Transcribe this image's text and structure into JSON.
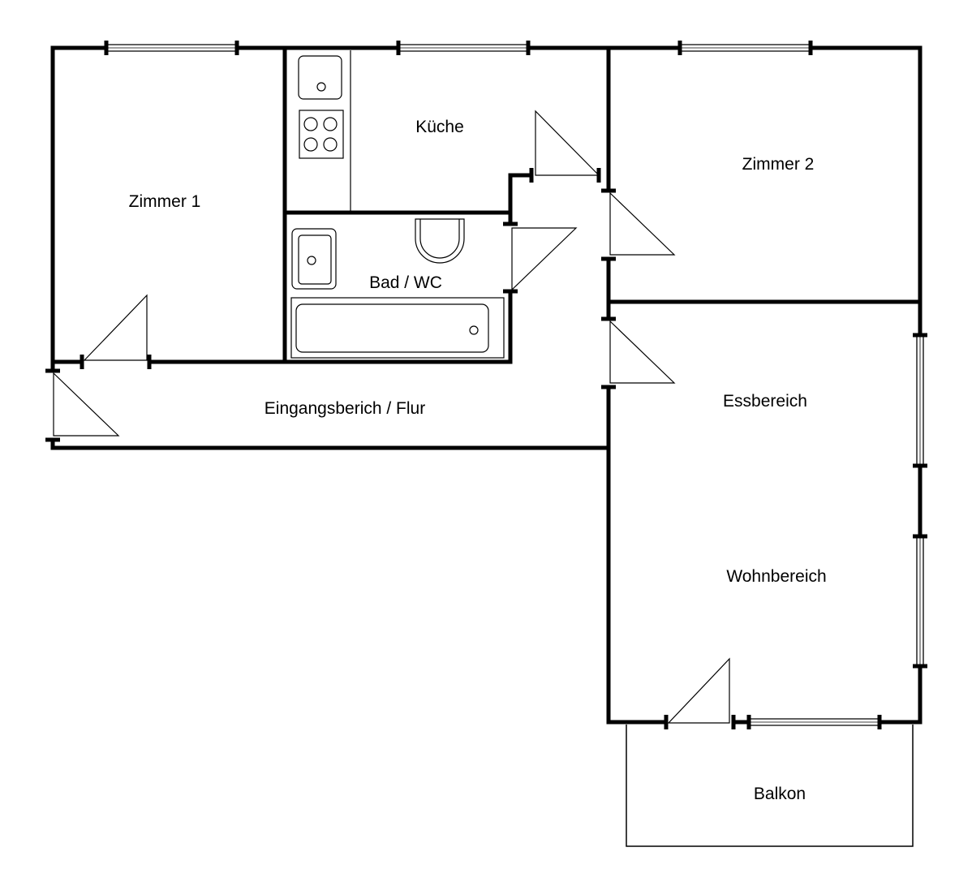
{
  "rooms": {
    "zimmer1": "Zimmer 1",
    "kueche": "Küche",
    "zimmer2": "Zimmer 2",
    "bad": "Bad / WC",
    "flur": "Eingangsberich / Flur",
    "essbereich": "Essbereich",
    "wohnbereich": "Wohnbereich",
    "balkon": "Balkon"
  }
}
